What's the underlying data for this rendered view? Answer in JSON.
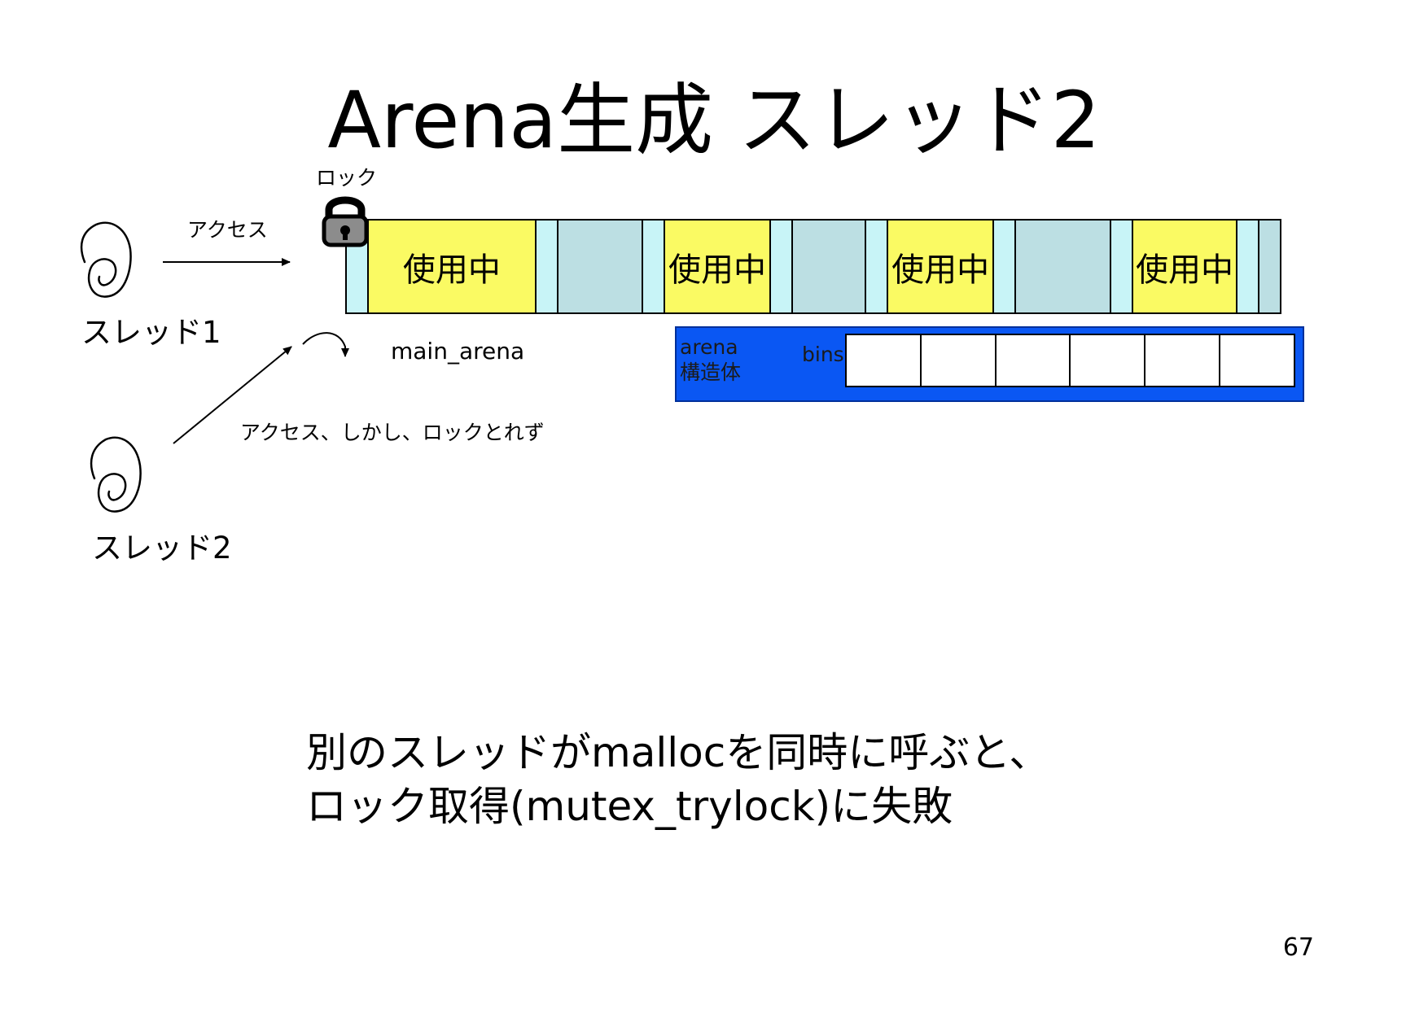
{
  "slide": {
    "title": "Arena生成 スレッド2",
    "page_number": "67"
  },
  "lock": {
    "label": "ロック",
    "icon": "padlock-icon"
  },
  "thread1": {
    "label": "スレッド1",
    "access_label": "アクセス",
    "icon": "thread-spiral-icon"
  },
  "thread2": {
    "label": "スレッド2",
    "access_label": "アクセス、しかし、ロックとれず",
    "icon": "thread-spiral-icon"
  },
  "memory": {
    "name": "main_arena",
    "used_label": "使用中",
    "segments": [
      "gap",
      "used",
      "gap",
      "free",
      "gap",
      "used",
      "gap",
      "free",
      "gap",
      "used",
      "gap",
      "free",
      "gap",
      "used",
      "gap",
      "free"
    ],
    "colors": {
      "used": "#fafa63",
      "free": "#bcdfe3",
      "gap": "#c8f4f7"
    }
  },
  "arena_struct": {
    "label_line1": "arena",
    "label_line2": "構造体",
    "bins_label": "bins",
    "bins_count": 6,
    "color": "#0a57f3"
  },
  "caption": {
    "line1": "別のスレッドがmallocを同時に呼ぶと、",
    "line2": "ロック取得(mutex_trylock)に失敗"
  }
}
